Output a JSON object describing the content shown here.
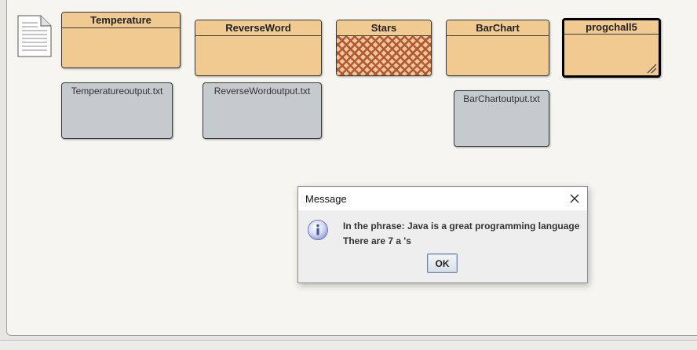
{
  "classes": [
    {
      "name": "Temperature"
    },
    {
      "name": "ReverseWord"
    },
    {
      "name": "Stars"
    },
    {
      "name": "BarChart"
    },
    {
      "name": "progchall5"
    }
  ],
  "outputs": [
    {
      "name": "Temperatureoutput.txt"
    },
    {
      "name": "ReverseWordoutput.txt"
    },
    {
      "name": "BarChartoutput.txt"
    }
  ],
  "dialog": {
    "title": "Message",
    "message_line1": "In the phrase: Java is a great programming language",
    "message_line2": "There are 7 a 's",
    "ok_label": "OK"
  },
  "colors": {
    "class_fill": "#f1ca92",
    "output_fill": "#c5cbcd",
    "hatch": "#b3563a",
    "canvas": "#f6f5f0"
  }
}
